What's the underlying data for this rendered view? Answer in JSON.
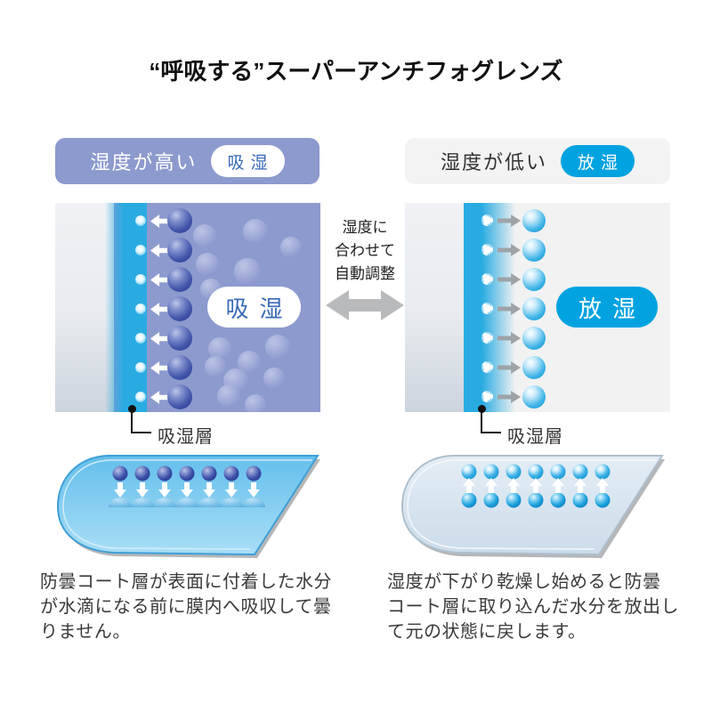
{
  "title": "“呼吸する”スーパーアンチフォグレンズ",
  "colors": {
    "humid_purple": "#8d9ace",
    "cyan_accent": "#00a3e0",
    "layer_cyan": "#29abe2",
    "dry_bar_gray": "#f3f3f3",
    "absorb_text_blue": "#3a6ab8"
  },
  "left": {
    "header": {
      "label": "湿度が高い",
      "badge": "吸湿"
    },
    "panel": {
      "pill": "吸湿",
      "molecule_rows": 7
    },
    "layer_label": "吸湿層",
    "lens_molecules": 7,
    "caption_lines": [
      "防曇コート層が表面に付着した水分",
      "が水滴になる前に膜内へ吸収して曇",
      "りません。"
    ]
  },
  "right": {
    "header": {
      "label": "湿度が低い",
      "badge": "放湿"
    },
    "panel": {
      "pill": "放湿",
      "molecule_rows": 7
    },
    "layer_label": "吸湿層",
    "lens_molecules": 7,
    "caption_lines": [
      "湿度が下がり乾燥し始めると防曇",
      "コート層に取り込んだ水分を放出し",
      "て元の状態に戻します。"
    ]
  },
  "middle": {
    "lines": [
      "湿度に",
      "合わせて",
      "自動調整"
    ],
    "arrow_icon": "double-headed-arrow"
  }
}
